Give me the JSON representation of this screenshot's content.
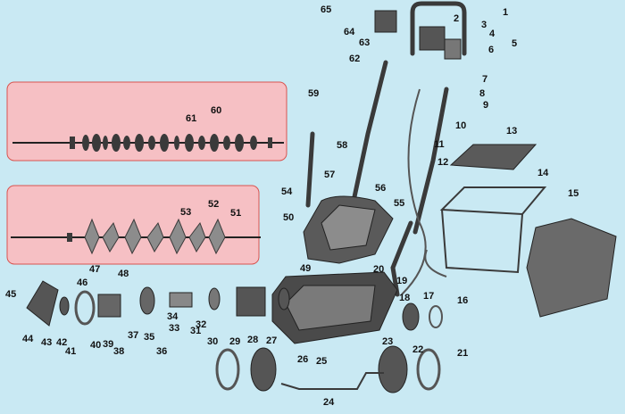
{
  "diagram": {
    "colors": {
      "background": "#c9e9f3",
      "panel": "#f6c0c4",
      "panel_border": "#d9534f",
      "part": "#3a3a3a",
      "part_light": "#8c8c8c",
      "line": "#222222"
    },
    "part_numbers": [
      "1",
      "2",
      "3",
      "4",
      "5",
      "6",
      "7",
      "8",
      "9",
      "10",
      "11",
      "12",
      "13",
      "14",
      "15",
      "16",
      "17",
      "18",
      "19",
      "20",
      "21",
      "22",
      "23",
      "24",
      "25",
      "26",
      "27",
      "28",
      "29",
      "30",
      "31",
      "32",
      "33",
      "34",
      "35",
      "36",
      "37",
      "38",
      "39",
      "40",
      "41",
      "42",
      "43",
      "44",
      "45",
      "46",
      "47",
      "48",
      "49",
      "50",
      "51",
      "52",
      "53",
      "54",
      "55",
      "56",
      "57",
      "58",
      "59",
      "60",
      "61",
      "62",
      "63",
      "64",
      "65"
    ]
  }
}
